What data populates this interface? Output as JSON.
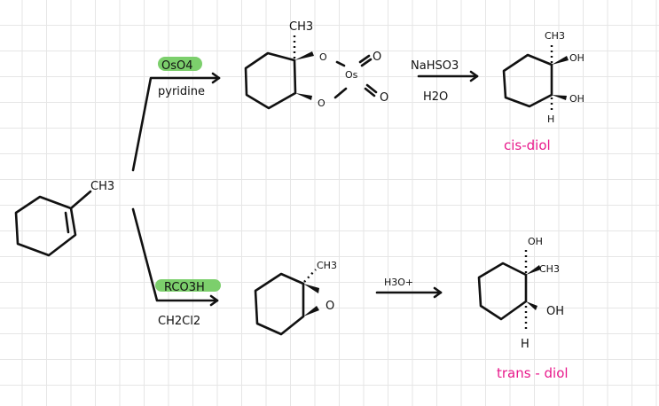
{
  "start": {
    "substituent": "CH3"
  },
  "upper_route": {
    "reagent_top": "OsO4",
    "reagent_bottom": "pyridine",
    "intermediate": {
      "methyl": "CH3",
      "o_top": "O",
      "o_bottom": "O",
      "os": "Os",
      "oxo_top": "O",
      "oxo_bottom": "O"
    },
    "step2_top": "NaHSO3",
    "step2_bottom": "H2O",
    "product": {
      "methyl": "CH3",
      "oh_top": "OH",
      "oh_bottom": "OH",
      "h": "H"
    },
    "label": "cis-diol"
  },
  "lower_route": {
    "reagent_top": "RCO3H",
    "reagent_bottom": "CH2Cl2",
    "intermediate": {
      "methyl": "CH3",
      "oxygen": "O"
    },
    "step2_top": "H3O+",
    "product": {
      "oh_top": "OH",
      "methyl": "CH3",
      "oh_right": "OH",
      "h": "H"
    },
    "label": "trans - diol"
  },
  "colors": {
    "highlight": "#7ccf6c",
    "product_label": "#e8198b",
    "ink": "#111111"
  }
}
